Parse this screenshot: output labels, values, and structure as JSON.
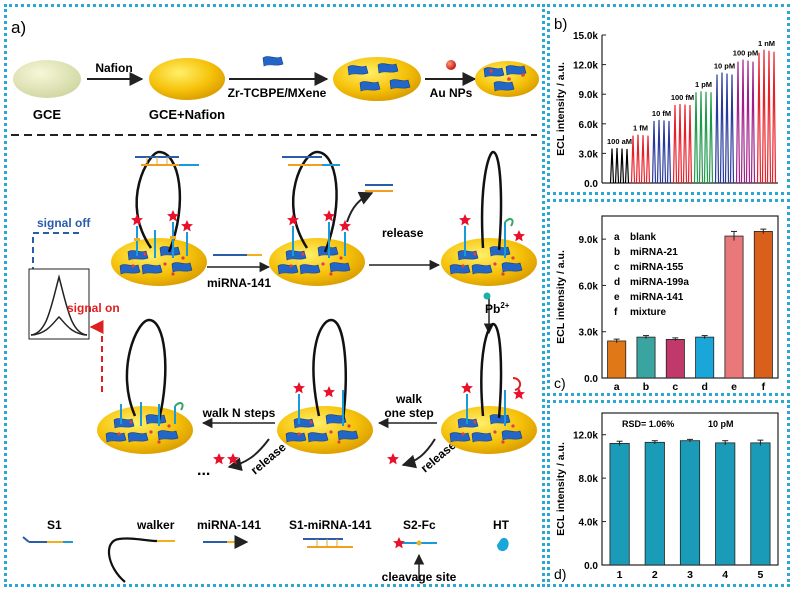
{
  "panel_a": {
    "label": "a)",
    "step1": {
      "left": "GCE",
      "arrow": "Nafion",
      "right": "GCE+Nafion",
      "arrow2": "Zr-TCBPE/MXene",
      "arrow3": "Au NPs"
    },
    "mech": {
      "signal_off": "signal off",
      "signal_on": "signal on",
      "mirna_arrow": "miRNA-141",
      "release1": "release",
      "pb": "Pb",
      "pb_sup": "2+",
      "walk_one": "walk",
      "walk_one2": "one step",
      "release2": "release",
      "release3": "release",
      "walk_n": "walk N steps",
      "ellipsis": "..."
    },
    "legend": {
      "s1": "S1",
      "walker": "walker",
      "mirna": "miRNA-141",
      "s1mirna": "S1-miRNA-141",
      "s2fc": "S2-Fc",
      "ht": "HT",
      "cleavage": "cleavage site"
    }
  },
  "chart_data": [
    {
      "panel_label": "b)",
      "type": "line",
      "ylabel": "ECL intensity / a.u.",
      "ylim": [
        0,
        15000
      ],
      "yticks": [
        "0.0",
        "3.0k",
        "6.0k",
        "9.0k",
        "12.0k",
        "15.0k"
      ],
      "groups": [
        {
          "label": "100 aM",
          "color": "#000000",
          "peaks": [
            3500,
            3550,
            3500,
            3450
          ]
        },
        {
          "label": "1 fM",
          "color": "#e8202a",
          "peaks": [
            4800,
            4900,
            4850,
            4800
          ]
        },
        {
          "label": "10 fM",
          "color": "#2a3a9c",
          "peaks": [
            6300,
            6400,
            6350,
            6300
          ]
        },
        {
          "label": "100 fM",
          "color": "#e8202a",
          "peaks": [
            7900,
            8000,
            7950,
            7900
          ]
        },
        {
          "label": "1 pM",
          "color": "#1f9a4a",
          "peaks": [
            9200,
            9300,
            9250,
            9200
          ]
        },
        {
          "label": "10 pM",
          "color": "#2a3a9c",
          "peaks": [
            11000,
            11200,
            11100,
            11000
          ]
        },
        {
          "label": "100 pM",
          "color": "#a0208a",
          "peaks": [
            12300,
            12500,
            12400,
            12300
          ]
        },
        {
          "label": "1 nM",
          "color": "#e8202a",
          "peaks": [
            13200,
            13500,
            13400,
            13300
          ]
        }
      ]
    },
    {
      "panel_label": "c)",
      "type": "bar",
      "ylabel": "ECL intensity / a.u.",
      "ylim": [
        0,
        10500
      ],
      "yticks": [
        "0.0",
        "3.0k",
        "6.0k",
        "9.0k"
      ],
      "categories": [
        "a",
        "b",
        "c",
        "d",
        "e",
        "f"
      ],
      "values": [
        2400,
        2650,
        2500,
        2650,
        9200,
        9500
      ],
      "errors": [
        120,
        100,
        100,
        100,
        300,
        150
      ],
      "colors": [
        "#e07818",
        "#3aa5a0",
        "#c0396a",
        "#1aa6d8",
        "#e8787a",
        "#d8601a"
      ],
      "legend": [
        {
          "key": "a",
          "text": "blank"
        },
        {
          "key": "b",
          "text": "miRNA-21"
        },
        {
          "key": "c",
          "text": "miRNA-155"
        },
        {
          "key": "d",
          "text": "miRNA-199a"
        },
        {
          "key": "e",
          "text": "miRNA-141"
        },
        {
          "key": "f",
          "text": "mixture"
        }
      ]
    },
    {
      "panel_label": "d)",
      "type": "bar",
      "ylabel": "ECL intensity / a.u.",
      "ylim": [
        0,
        14000
      ],
      "yticks": [
        "0.0",
        "4.0k",
        "8.0k",
        "12.0k"
      ],
      "categories": [
        "1",
        "2",
        "3",
        "4",
        "5"
      ],
      "values": [
        11200,
        11300,
        11450,
        11250,
        11250
      ],
      "errors": [
        200,
        150,
        120,
        200,
        250
      ],
      "color": "#1a9bb8",
      "annotations": [
        "RSD= 1.06%",
        "10 pM"
      ]
    }
  ]
}
